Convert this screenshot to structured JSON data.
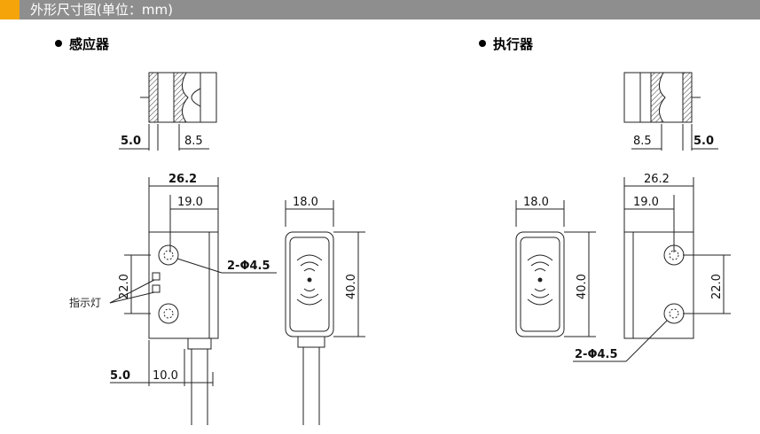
{
  "header": {
    "title": "外形尺寸图(单位：mm)",
    "accent_color": "#f5a50a",
    "bar_color": "#8e8e8e"
  },
  "sensor": {
    "heading": "感应器",
    "dims": {
      "top_left": "5.0",
      "top_right": "8.5",
      "width": "26.2",
      "hole_offset": "19.0",
      "hole_spacing": "22.0",
      "holes": "2-Φ4.5",
      "cable_left": "5.0",
      "cable_width": "10.0",
      "side_width": "18.0",
      "side_height": "40.0"
    },
    "indicator_label": "指示灯"
  },
  "actuator": {
    "heading": "执行器",
    "dims": {
      "top_left": "8.5",
      "top_right": "5.0",
      "width": "26.2",
      "hole_offset": "19.0",
      "hole_spacing": "22.0",
      "holes": "2-Φ4.5",
      "side_width": "18.0",
      "side_height": "40.0"
    }
  }
}
